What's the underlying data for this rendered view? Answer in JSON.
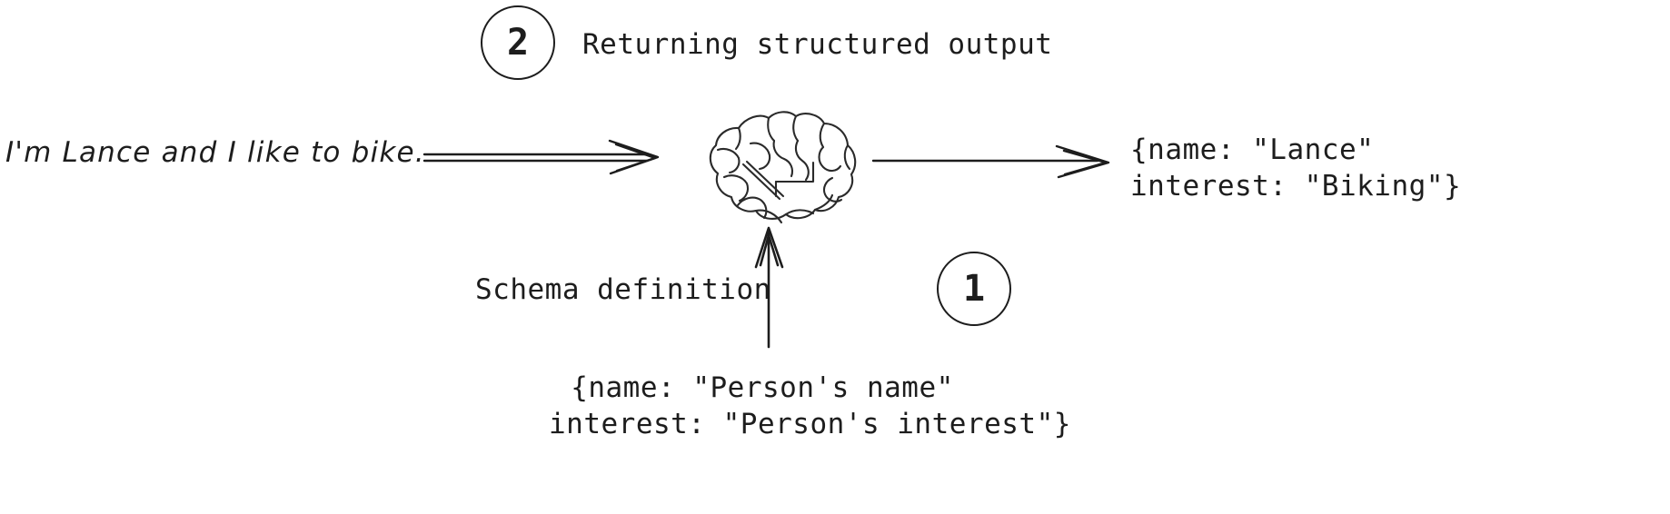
{
  "diagram": {
    "title_flow": "structured-output-extraction",
    "colors": {
      "ink": "#1d1d1d",
      "background": "#ffffff"
    },
    "input": {
      "text": "I'm Lance and I like to bike."
    },
    "steps": [
      {
        "number": "1",
        "label": "Schema definition"
      },
      {
        "number": "2",
        "label": "Returning structured output"
      }
    ],
    "model": {
      "icon_name": "brain-icon",
      "alt": "brain"
    },
    "structured_output": {
      "line1": "{name: \"Lance\"",
      "line2": "interest: \"Biking\"}"
    },
    "schema_object": {
      "line1": "{name: \"Person's name\"",
      "line2": "interest: \"Person's interest\"}"
    },
    "arrows": {
      "input_to_model": "arrow-right",
      "model_to_output": "arrow-right",
      "schema_to_model": "arrow-up"
    }
  }
}
